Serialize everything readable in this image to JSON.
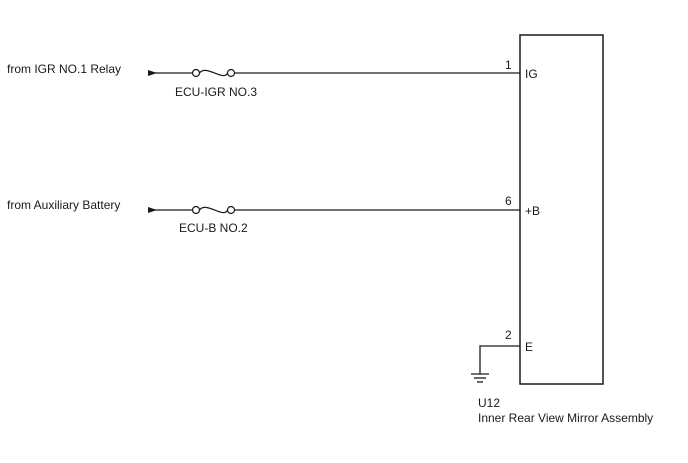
{
  "circuits": [
    {
      "source": "from IGR NO.1 Relay",
      "fuse": "ECU-IGR NO.3",
      "pin_number": "1",
      "terminal": "IG"
    },
    {
      "source": "from Auxiliary Battery",
      "fuse": "ECU-B NO.2",
      "pin_number": "6",
      "terminal": "+B"
    },
    {
      "pin_number": "2",
      "terminal": "E"
    }
  ],
  "component": {
    "code": "U12",
    "name": "Inner Rear View Mirror Assembly"
  },
  "colors": {
    "line": "#1a1a1a",
    "background": "#ffffff"
  }
}
